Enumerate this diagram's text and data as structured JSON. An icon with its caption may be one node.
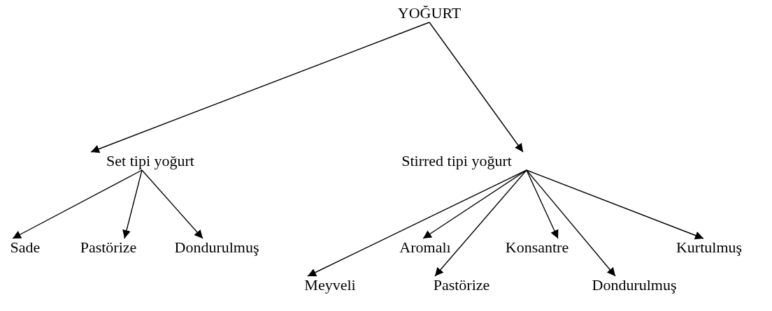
{
  "diagram": {
    "nodes": [
      {
        "text": [
          "YOĞURT"
        ]
      },
      {
        "text": [
          "Set tipi yoğurt"
        ]
      },
      {
        "text": [
          "Stirred tipi yoğurt"
        ]
      },
      {
        "text": [
          "Sade"
        ]
      },
      {
        "text": [
          "Pastörize"
        ]
      },
      {
        "text": [
          "Dondurulmuş"
        ]
      },
      {
        "text": [
          "Meyveli"
        ]
      },
      {
        "text": [
          "Aromalı"
        ]
      },
      {
        "text": [
          "Pastörize"
        ]
      },
      {
        "text": [
          "Konsantre"
        ]
      },
      {
        "text": [
          "Dondurulmuş"
        ]
      },
      {
        "text": [
          "Kurtulmuş"
        ]
      }
    ],
    "edges": [
      {
        "from": 0,
        "to": 1,
        "arrow": "to"
      },
      {
        "from": 0,
        "to": 2,
        "arrow": "to"
      },
      {
        "from": 1,
        "to": 3,
        "arrow": "to"
      },
      {
        "from": 1,
        "to": 4,
        "arrow": "to"
      },
      {
        "from": 1,
        "to": 5,
        "arrow": "to"
      },
      {
        "from": 2,
        "to": 6,
        "arrow": "to"
      },
      {
        "from": 2,
        "to": 7,
        "arrow": "to"
      },
      {
        "from": 2,
        "to": 8,
        "arrow": "to"
      },
      {
        "from": 2,
        "to": 9,
        "arrow": "to"
      },
      {
        "from": 2,
        "to": 10,
        "arrow": "to"
      },
      {
        "from": 2,
        "to": 11,
        "arrow": "to"
      }
    ]
  }
}
